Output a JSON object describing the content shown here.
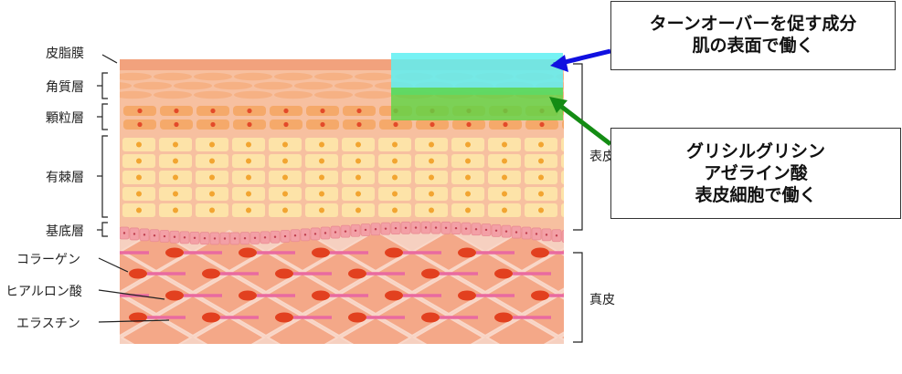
{
  "colors": {
    "sebum": "#f2a27d",
    "skin_base": "#f7c0a0",
    "corneum_cell": "#f6b184",
    "granular_cell": "#f5a96a",
    "spinous_cell": "#fde3a8",
    "spinous_dot": "#f2a531",
    "granular_dot": "#e34a2a",
    "basal_cell": "#f3a0a6",
    "dermis_bg": "#f6d0c0",
    "dermis_cell": "#f4a888",
    "nucleus": "#e2401f",
    "elastin": "#e96aa0",
    "cyan_highlight": "#5ef0f2",
    "green_highlight": "#5cd444",
    "blue_arrow": "#1010e0",
    "green_arrow": "#148c14"
  },
  "labels": {
    "sebum": "皮脂膜",
    "corneum": "角質層",
    "granular": "顆粒層",
    "spinous": "有棘層",
    "basal": "基底層",
    "collagen": "コラーゲン",
    "hyaluronic": "ヒアルロン酸",
    "elastin": "エラスチン",
    "epidermis": "表皮",
    "dermis": "真皮"
  },
  "callouts": {
    "turnover": {
      "line1": "ターンオーバーを促す成分",
      "line2": "肌の表面で働く"
    },
    "glycyl": {
      "line1": "グリシルグリシン",
      "line2": "アゼライン酸",
      "line3": "表皮細胞で働く"
    }
  }
}
